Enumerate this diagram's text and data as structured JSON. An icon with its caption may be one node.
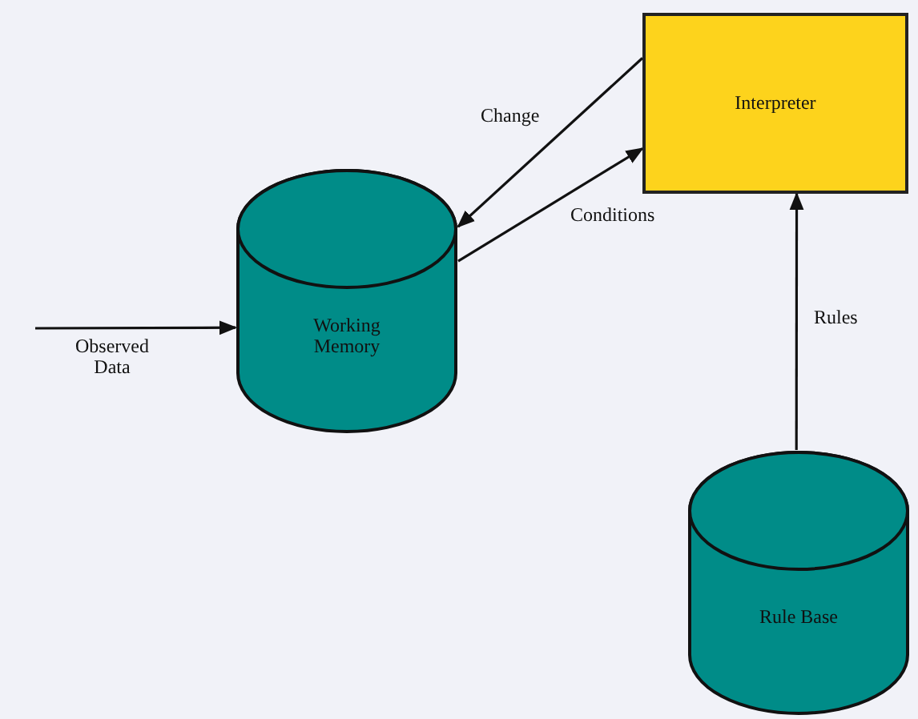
{
  "diagram": {
    "nodes": [
      {
        "text": [
          "Working Memory"
        ]
      },
      {
        "text": [
          "Interpreter"
        ]
      },
      {
        "text": [
          "Rule Base"
        ]
      }
    ],
    "edges": [
      {
        "from": null,
        "to": 0,
        "label": "Observed Data",
        "arrow": "to"
      },
      {
        "from": 1,
        "to": 0,
        "label": "Change",
        "arrow": "to"
      },
      {
        "from": 0,
        "to": 1,
        "label": "Conditions",
        "arrow": "to"
      },
      {
        "from": 2,
        "to": 1,
        "label": "Rules",
        "arrow": "to"
      }
    ]
  }
}
